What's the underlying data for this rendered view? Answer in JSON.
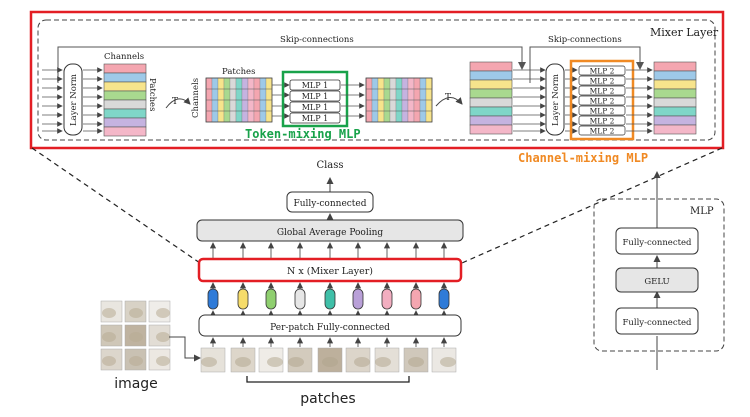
{
  "mixer": {
    "title": "Mixer Layer",
    "skip_label": "Skip-connections",
    "layer_norm": "Layer Norm",
    "channels_label": "Channels",
    "patches_label": "Patches",
    "transpose_label": "T",
    "mlp1_label": "MLP 1",
    "mlp2_label": "MLP 2",
    "token_mixing_label": "Token-mixing MLP",
    "channel_mixing_label": "Channel-mixing MLP",
    "colors": {
      "red": "#e31e24",
      "green": "#18a24a",
      "orange": "#f08a24"
    }
  },
  "pipeline": {
    "class_label": "Class",
    "fc_label": "Fully-connected",
    "gap_label": "Global Average Pooling",
    "mixer_stack_label": "N x (Mixer Layer)",
    "per_patch_label": "Per-patch Fully-connected",
    "image_label": "image",
    "patches_label": "patches"
  },
  "mlp_detail": {
    "title": "MLP",
    "fc_top": "Fully-connected",
    "gelu": "GELU",
    "fc_bottom": "Fully-connected"
  },
  "stripe_colors": [
    "#f4a6b0",
    "#9ec9e8",
    "#f7e48c",
    "#a9d98f",
    "#d9d9d9",
    "#7fd6c8",
    "#c5b3e0",
    "#f4b7c8"
  ],
  "token_colors": [
    "#f4a6b0",
    "#2f7bd8",
    "#f6dc6a",
    "#8fcf6f",
    "#e6e6e6",
    "#3fbfa8",
    "#b9a0d8",
    "#f2aec0"
  ]
}
